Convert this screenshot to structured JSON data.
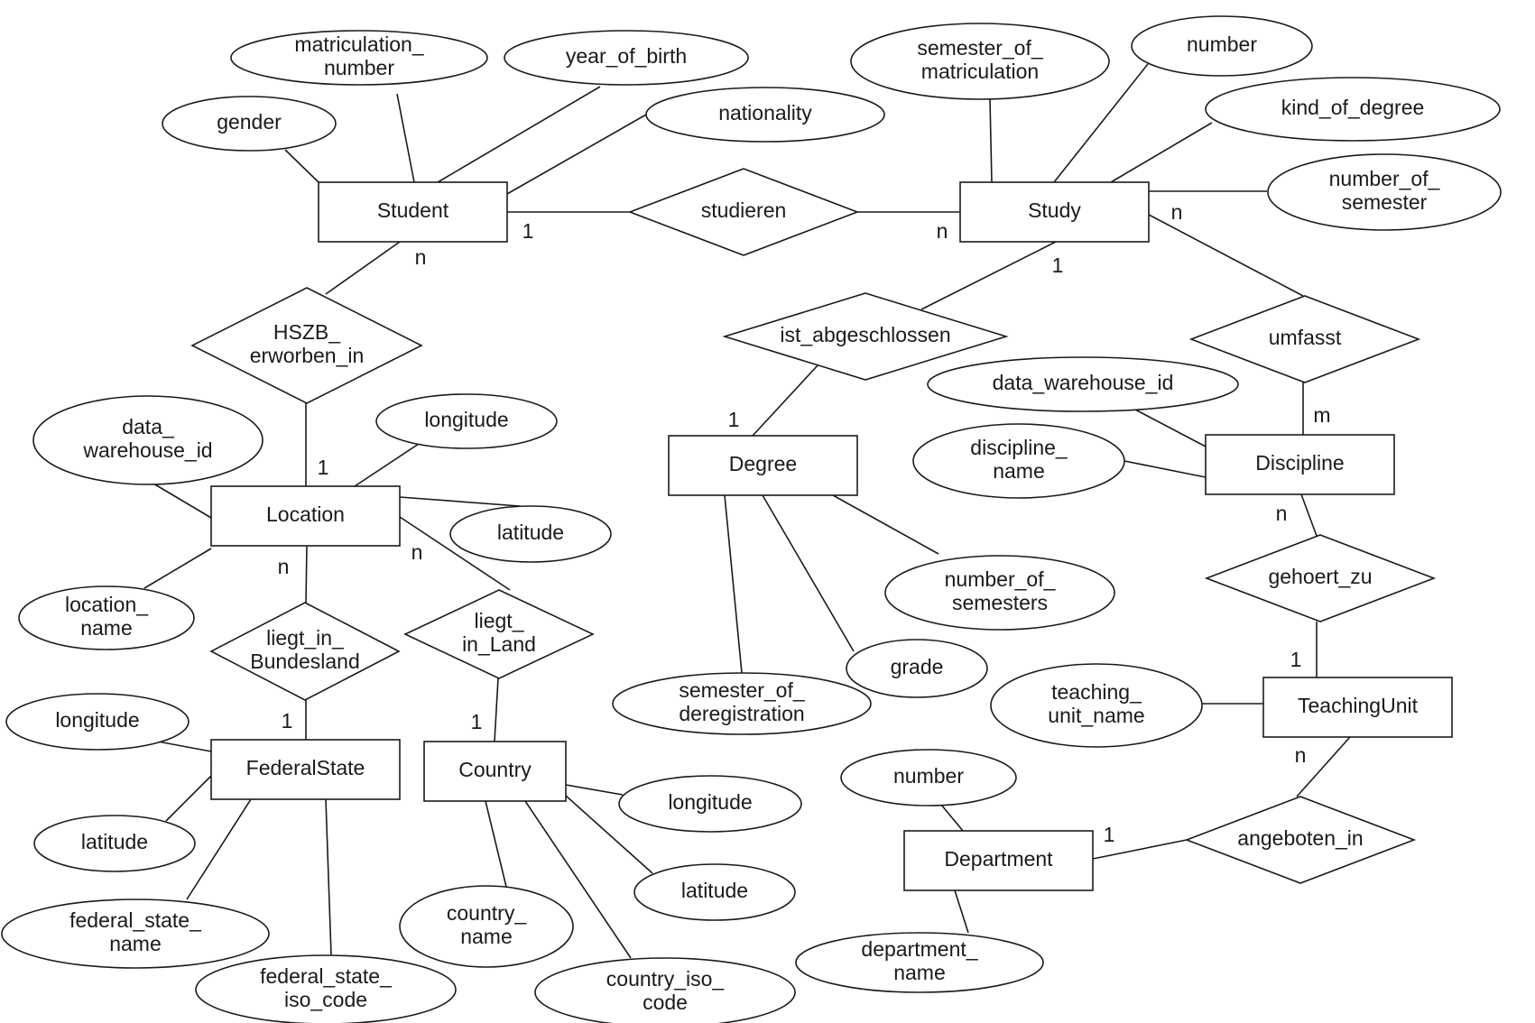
{
  "entities": [
    {
      "id": "student",
      "label": "Student"
    },
    {
      "id": "study",
      "label": "Study"
    },
    {
      "id": "location",
      "label": "Location"
    },
    {
      "id": "degree",
      "label": "Degree"
    },
    {
      "id": "discipline",
      "label": "Discipline"
    },
    {
      "id": "federalstate",
      "label": "FederalState"
    },
    {
      "id": "country",
      "label": "Country"
    },
    {
      "id": "teachingunit",
      "label": "TeachingUnit"
    },
    {
      "id": "department",
      "label": "Department"
    }
  ],
  "relationships": [
    {
      "id": "studieren",
      "lines": [
        "studieren"
      ]
    },
    {
      "id": "hszb",
      "lines": [
        "HSZB_",
        "erworben_in"
      ]
    },
    {
      "id": "ist-abgeschlossen",
      "lines": [
        "ist_abgeschlossen"
      ]
    },
    {
      "id": "umfasst",
      "lines": [
        "umfasst"
      ]
    },
    {
      "id": "liegt-in-bundesland",
      "lines": [
        "liegt_in_",
        "Bundesland"
      ]
    },
    {
      "id": "liegt-in-land",
      "lines": [
        "liegt_",
        "in_Land"
      ]
    },
    {
      "id": "gehoert-zu",
      "lines": [
        "gehoert_zu"
      ]
    },
    {
      "id": "angeboten-in",
      "lines": [
        "angeboten_in"
      ]
    }
  ],
  "attributes": [
    {
      "id": "student-matriculation-number",
      "entity": "student",
      "lines": [
        "matriculation_",
        "number"
      ]
    },
    {
      "id": "student-year-of-birth",
      "entity": "student",
      "lines": [
        "year_of_birth"
      ]
    },
    {
      "id": "student-gender",
      "entity": "student",
      "lines": [
        "gender"
      ]
    },
    {
      "id": "student-nationality",
      "entity": "student",
      "lines": [
        "nationality"
      ]
    },
    {
      "id": "study-semester-of-matriculation",
      "entity": "study",
      "lines": [
        "semester_of_",
        "matriculation"
      ]
    },
    {
      "id": "study-number",
      "entity": "study",
      "lines": [
        "number"
      ]
    },
    {
      "id": "study-kind-of-degree",
      "entity": "study",
      "lines": [
        "kind_of_degree"
      ]
    },
    {
      "id": "study-number-of-semester",
      "entity": "study",
      "lines": [
        "number_of_",
        "semester"
      ]
    },
    {
      "id": "location-data-warehouse-id",
      "entity": "location",
      "lines": [
        "data_",
        "warehouse_id"
      ]
    },
    {
      "id": "location-longitude",
      "entity": "location",
      "lines": [
        "longitude"
      ]
    },
    {
      "id": "location-latitude",
      "entity": "location",
      "lines": [
        "latitude"
      ]
    },
    {
      "id": "location-location-name",
      "entity": "location",
      "lines": [
        "location_",
        "name"
      ]
    },
    {
      "id": "discipline-data-warehouse-id",
      "entity": "discipline",
      "lines": [
        "data_warehouse_id"
      ]
    },
    {
      "id": "discipline-discipline-name",
      "entity": "discipline",
      "lines": [
        "discipline_",
        "name"
      ]
    },
    {
      "id": "degree-number-of-semesters",
      "entity": "degree",
      "lines": [
        "number_of_",
        "semesters"
      ]
    },
    {
      "id": "degree-grade",
      "entity": "degree",
      "lines": [
        "grade"
      ]
    },
    {
      "id": "degree-semester-of-deregistration",
      "entity": "degree",
      "lines": [
        "semester_of_",
        "deregistration"
      ]
    },
    {
      "id": "federalstate-longitude",
      "entity": "federalstate",
      "lines": [
        "longitude"
      ]
    },
    {
      "id": "federalstate-latitude",
      "entity": "federalstate",
      "lines": [
        "latitude"
      ]
    },
    {
      "id": "federalstate-federal-state-name",
      "entity": "federalstate",
      "lines": [
        "federal_state_",
        "name"
      ]
    },
    {
      "id": "federalstate-federal-state-iso-code",
      "entity": "federalstate",
      "lines": [
        "federal_state_",
        "iso_code"
      ]
    },
    {
      "id": "country-longitude",
      "entity": "country",
      "lines": [
        "longitude"
      ]
    },
    {
      "id": "country-latitude",
      "entity": "country",
      "lines": [
        "latitude"
      ]
    },
    {
      "id": "country-country-name",
      "entity": "country",
      "lines": [
        "country_",
        "name"
      ]
    },
    {
      "id": "country-country-iso-code",
      "entity": "country",
      "lines": [
        "country_iso_",
        "code"
      ]
    },
    {
      "id": "teachingunit-teaching-unit-name",
      "entity": "teachingunit",
      "lines": [
        "teaching_",
        "unit_name"
      ]
    },
    {
      "id": "department-number",
      "entity": "department",
      "lines": [
        "number"
      ]
    },
    {
      "id": "department-department-name",
      "entity": "department",
      "lines": [
        "department_",
        "name"
      ]
    }
  ],
  "cardinalities": [
    {
      "id": "student-studieren",
      "relationship": "studieren",
      "entity": "student",
      "value": "1"
    },
    {
      "id": "study-studieren",
      "relationship": "studieren",
      "entity": "study",
      "value": "n"
    },
    {
      "id": "student-hszb",
      "relationship": "hszb",
      "entity": "student",
      "value": "n"
    },
    {
      "id": "location-hszb",
      "relationship": "hszb",
      "entity": "location",
      "value": "1"
    },
    {
      "id": "study-ist-abgeschlossen",
      "relationship": "ist-abgeschlossen",
      "entity": "study",
      "value": "1"
    },
    {
      "id": "degree-ist-abgeschlossen",
      "relationship": "ist-abgeschlossen",
      "entity": "degree",
      "value": "1"
    },
    {
      "id": "study-umfasst",
      "relationship": "umfasst",
      "entity": "study",
      "value": "n"
    },
    {
      "id": "discipline-umfasst",
      "relationship": "umfasst",
      "entity": "discipline",
      "value": "m"
    },
    {
      "id": "location-liegt-in-bundesland",
      "relationship": "liegt-in-bundesland",
      "entity": "location",
      "value": "n"
    },
    {
      "id": "federalstate-liegt-in-bundesland",
      "relationship": "liegt-in-bundesland",
      "entity": "federalstate",
      "value": "1"
    },
    {
      "id": "location-liegt-in-land",
      "relationship": "liegt-in-land",
      "entity": "location",
      "value": "n"
    },
    {
      "id": "country-liegt-in-land",
      "relationship": "liegt-in-land",
      "entity": "country",
      "value": "1"
    },
    {
      "id": "discipline-gehoert-zu",
      "relationship": "gehoert-zu",
      "entity": "discipline",
      "value": "n"
    },
    {
      "id": "teachingunit-gehoert-zu",
      "relationship": "gehoert-zu",
      "entity": "teachingunit",
      "value": "1"
    },
    {
      "id": "teachingunit-angeboten-in",
      "relationship": "angeboten-in",
      "entity": "teachingunit",
      "value": "n"
    },
    {
      "id": "department-angeboten-in",
      "relationship": "angeboten-in",
      "entity": "department",
      "value": "1"
    }
  ]
}
